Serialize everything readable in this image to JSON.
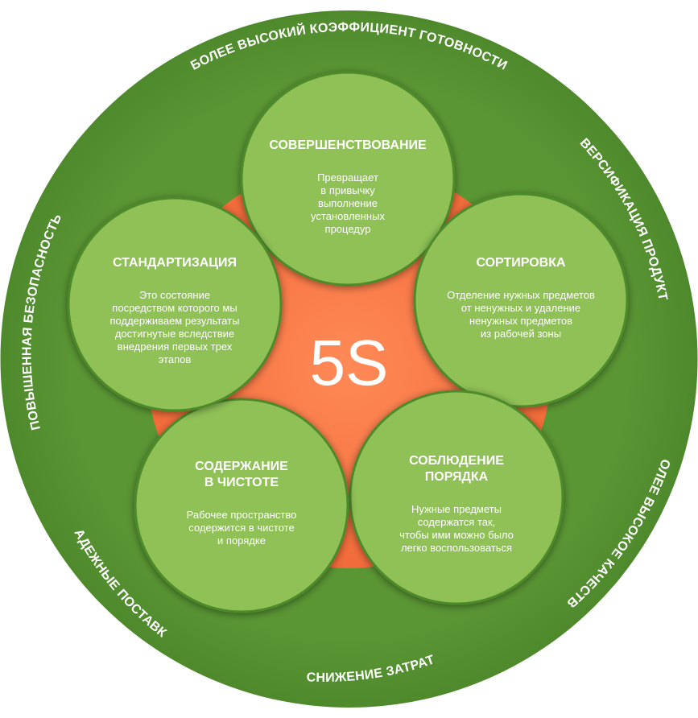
{
  "center": {
    "label": "5S"
  },
  "ring": [
    {
      "id": "availability",
      "text": "БОЛЕЕ ВЫСОКИЙ КОЭФФИЦИЕНТ ГОТОВНОСТИ"
    },
    {
      "id": "diversification",
      "text": "ДИВЕРСИФИКАЦИЯ ПРОДУКТОВ"
    },
    {
      "id": "quality",
      "text": "БОЛЕЕ ВЫСОКОЕ КАЧЕСТВО"
    },
    {
      "id": "cost",
      "text": "СНИЖЕНИЕ ЗАТРАТ"
    },
    {
      "id": "delivery",
      "text": "НАДЕЖНЫЕ ПОСТАВКИ"
    },
    {
      "id": "safety",
      "text": "ПОВЫШЕННАЯ БЕЗОПАСНОСТЬ"
    }
  ],
  "steps": [
    {
      "id": "sustain",
      "title": [
        "СОВЕРШЕНСТВОВАНИЕ"
      ],
      "desc": [
        "Превращает",
        "в привычку",
        "выполнение",
        "установленных",
        "процедур"
      ]
    },
    {
      "id": "sort",
      "title": [
        "СОРТИРОВКА"
      ],
      "desc": [
        "Отделение нужных предметов",
        "от ненужных и удаление",
        "ненужных предметов",
        "из рабочей зоны"
      ]
    },
    {
      "id": "set-in-order",
      "title": [
        "СОБЛЮДЕНИЕ",
        "ПОРЯДКА"
      ],
      "desc": [
        "Нужные предметы",
        "содержатся так,",
        "чтобы ими можно было",
        "легко воспользоваться"
      ]
    },
    {
      "id": "shine",
      "title": [
        "СОДЕРЖАНИЕ",
        "В ЧИСТОТЕ"
      ],
      "desc": [
        "Рабочее пространство",
        "содержится в чистоте",
        "и порядке"
      ]
    },
    {
      "id": "standardize",
      "title": [
        "СТАНДАРТИЗАЦИЯ"
      ],
      "desc": [
        "Это состояние",
        "посредством которого мы",
        "поддерживаем результаты",
        "достигнутые вследствие",
        "внедрения первых трех",
        "этапов"
      ]
    }
  ],
  "colors": {
    "ring_outer": "#4e8a2c",
    "ring_inner": "#5a9634",
    "circle_fill": "#8fc156",
    "circle_shadow": "#3f6f22",
    "center": "#f26b3a",
    "center_glow": "#ff8a57",
    "text": "#ffffff"
  }
}
